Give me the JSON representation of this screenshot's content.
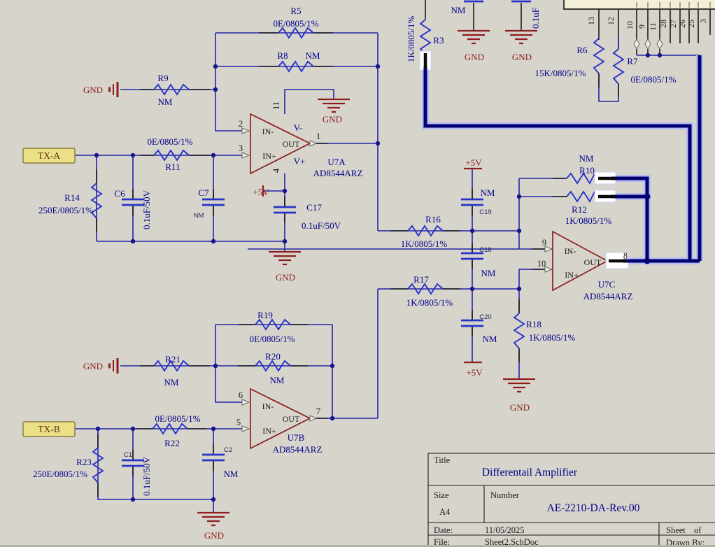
{
  "channel_a": {
    "r5": {
      "ref": "R5",
      "value": "0E/0805/1%"
    },
    "r8": {
      "ref": "R8",
      "value": "NM"
    },
    "r9": {
      "ref": "R9",
      "value": "NM"
    },
    "gnd_port": "GND",
    "port": "TX-A",
    "r11": {
      "ref": "R11",
      "value": "0E/0805/1%"
    },
    "r14": {
      "ref": "R14",
      "value": "250E/0805/1%"
    },
    "c6": {
      "ref": "C6",
      "value": "0.1uF/50V"
    },
    "c7": {
      "ref": "C7",
      "value": "NM"
    },
    "opamp": {
      "ref": "U7A",
      "part": "AD8544ARZ",
      "in_minus": "IN-",
      "in_plus": "IN+",
      "out": "OUT",
      "v_minus": "V-",
      "v_plus": "V+",
      "pin_in_minus": "2",
      "pin_in_plus": "3",
      "pin_out": "1",
      "pin_v_minus": "11",
      "pin_v_plus": "4"
    },
    "gnd_top": "GND",
    "p5v": "+5V",
    "c17": {
      "ref": "C17",
      "value": "0.1uF/50V"
    },
    "gnd_bottom": "GND"
  },
  "channel_b": {
    "r19": {
      "ref": "R19",
      "value": "0E/0805/1%"
    },
    "r20": {
      "ref": "R20",
      "value": "NM"
    },
    "r21": {
      "ref": "R21",
      "value": "NM"
    },
    "gnd_port": "GND",
    "port": "TX-B",
    "r22": {
      "ref": "R22",
      "value": "0E/0805/1%"
    },
    "r23": {
      "ref": "R23",
      "value": "250E/0805/1%"
    },
    "c1": {
      "ref": "C1",
      "value": "0.1uF/50V"
    },
    "c2": {
      "ref": "C2",
      "value": "NM"
    },
    "opamp": {
      "ref": "U7B",
      "part": "AD8544ARZ",
      "in_minus": "IN-",
      "in_plus": "IN+",
      "out": "OUT",
      "pin_in_minus": "6",
      "pin_in_plus": "5",
      "pin_out": "7"
    },
    "gnd_bottom": "GND"
  },
  "center": {
    "r16": {
      "ref": "R16",
      "value": "1K/0805/1%"
    },
    "r17": {
      "ref": "R17",
      "value": "1K/0805/1%"
    },
    "c19": {
      "ref": "C19",
      "value": "NM"
    },
    "c18": {
      "ref": "C18",
      "value": "NM"
    },
    "c20": {
      "ref": "C20",
      "value": "NM"
    },
    "p5v_top": "+5V",
    "p5v_bottom": "+5V",
    "r18": {
      "ref": "R18",
      "value": "1K/0805/1%"
    },
    "gnd": "GND",
    "r10": {
      "ref": "R10",
      "value": "NM"
    },
    "r12": {
      "ref": "R12",
      "value": "1K/0805/1%"
    },
    "opamp": {
      "ref": "U7C",
      "part": "AD8544ARZ",
      "in_minus": "IN-",
      "in_plus": "IN+",
      "out": "OUT",
      "pin_in_minus": "9",
      "pin_in_plus": "10",
      "pin_out": "8"
    }
  },
  "top": {
    "r3": {
      "ref": "R3",
      "value": "1K/0805/1%"
    },
    "cap_gnd_1": {
      "value": "NM",
      "gnd": "GND"
    },
    "cap_gnd_2": {
      "value": "0.1uF",
      "gnd": "GND"
    },
    "r6": {
      "ref": "R6",
      "value": "15K/0805/1%"
    },
    "r7": {
      "ref": "R7",
      "value": "0E/0805/1%"
    },
    "connector": {
      "pins": [
        "13",
        "12",
        "10",
        "9",
        "11",
        "28",
        "27",
        "26",
        "25",
        "3"
      ]
    }
  },
  "title_block": {
    "title_label": "Title",
    "title": "Differentail Amplifier",
    "size_label": "Size",
    "size": "A4",
    "number_label": "Number",
    "number": "AE-2210-DA-Rev.00",
    "date_label": "Date:",
    "date": "11/05/2025",
    "sheet_label": "Sheet",
    "of_label": "of",
    "file_label": "File:",
    "file": "Sheet2.SchDoc",
    "drawn_label": "Drawn By:"
  },
  "colors": {
    "wire": "#2424a8",
    "component": "#2733c9",
    "power": "#8e1d1d",
    "highlight": "#000072",
    "halo": "#b6bdf0",
    "port_fill": "#eae187",
    "background": "#d7d4cc"
  }
}
